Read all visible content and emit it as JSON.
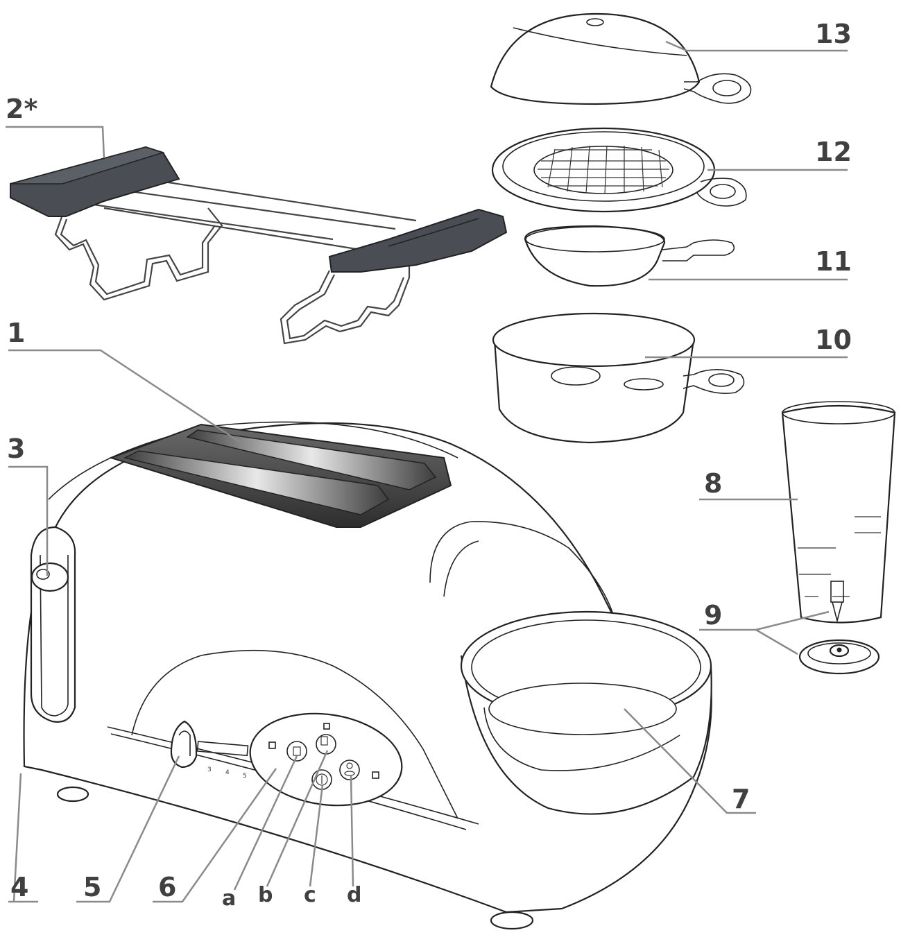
{
  "diagram": {
    "labels": {
      "l1": "1",
      "l2": "2*",
      "l3": "3",
      "l4": "4",
      "l5": "5",
      "l6": "6",
      "l7": "7",
      "l8": "8",
      "l9": "9",
      "l10": "10",
      "l11": "11",
      "l12": "12",
      "l13": "13",
      "la": "a",
      "lb": "b",
      "lc": "c",
      "ld": "d"
    },
    "dial_marks": [
      "3",
      "4",
      "5"
    ]
  }
}
